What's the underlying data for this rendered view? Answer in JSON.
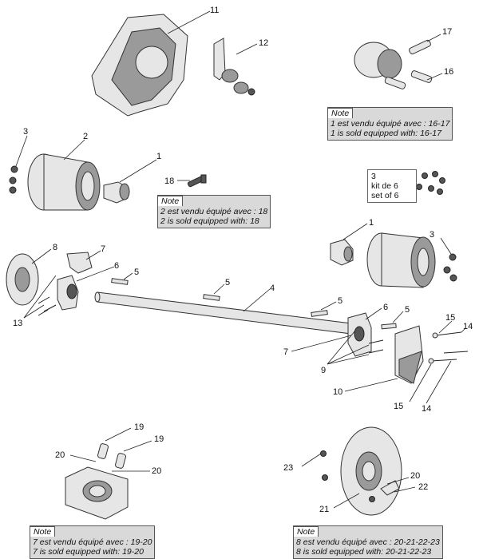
{
  "callouts": {
    "c1a": "1",
    "c1b": "1",
    "c2": "2",
    "c3a": "3",
    "c3b": "3",
    "c4": "4",
    "c5a": "5",
    "c5b": "5",
    "c5c": "5",
    "c5d": "5",
    "c6a": "6",
    "c6b": "6",
    "c7a": "7",
    "c7b": "7",
    "c8": "8",
    "c9": "9",
    "c10": "10",
    "c11": "11",
    "c12": "12",
    "c13": "13",
    "c14a": "14",
    "c14b": "14",
    "c15a": "15",
    "c15b": "15",
    "c16": "16",
    "c17": "17",
    "c18": "18",
    "c19a": "19",
    "c19b": "19",
    "c20a": "20",
    "c20b": "20",
    "c20c": "20",
    "c21": "21",
    "c22": "22",
    "c23": "23"
  },
  "notes": {
    "n1": {
      "title": "Note",
      "line1": "1 est vendu équipé avec : 16-17",
      "line2": "1 is sold equipped with: 16-17"
    },
    "n2": {
      "title": "Note",
      "line1": "2 est vendu équipé avec : 18",
      "line2": "2 is sold equipped with: 18"
    },
    "n3": {
      "title": "Note",
      "line1": "7 est vendu équipé avec : 19-20",
      "line2": "7 is sold equipped with: 19-20"
    },
    "n4": {
      "title": "Note",
      "line1": "8 est vendu équipé avec : 20-21-22-23",
      "line2": "8 is sold equipped with: 20-21-22-23"
    }
  },
  "kit": {
    "num": "3",
    "fr": "kit de 6",
    "en": "set of 6"
  }
}
